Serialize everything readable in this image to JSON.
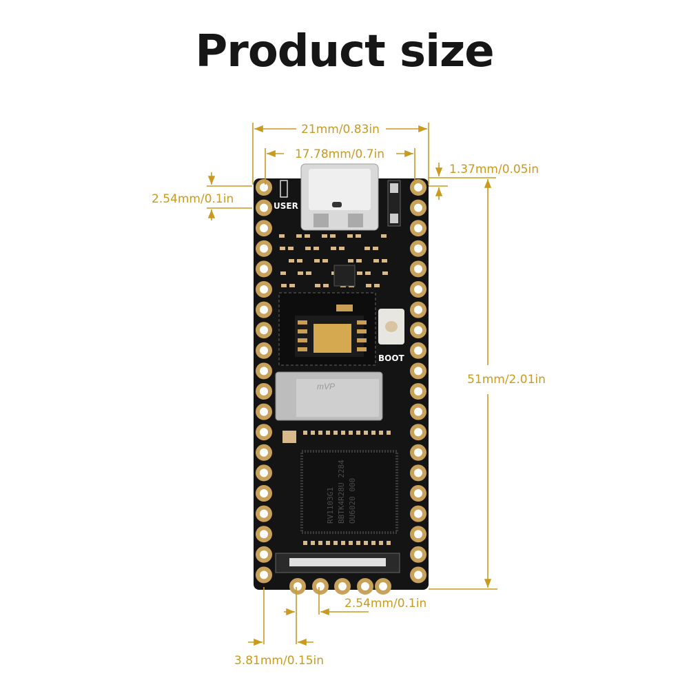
{
  "title": "Product size",
  "board": {
    "silkscreen_user": "USER",
    "silkscreen_boot": "BOOT",
    "chip_marking": [
      "RV1103G1",
      "BBTK4R28U 2284",
      "OU6020 000"
    ],
    "sd_marking": "mVP"
  },
  "dimensions": {
    "total_width": "21mm/0.83in",
    "pin_row_spacing": "17.78mm/0.7in",
    "pin_edge_offset": "1.37mm/0.05in",
    "side_pin_pitch": "2.54mm/0.1in",
    "total_length": "51mm/2.01in",
    "bottom_pin_pitch": "2.54mm/0.1in",
    "bottom_pin_offset": "3.81mm/0.15in"
  },
  "colors": {
    "dimension": "#c99a1f",
    "pcb": "#141414",
    "pad": "#c8a15a"
  }
}
